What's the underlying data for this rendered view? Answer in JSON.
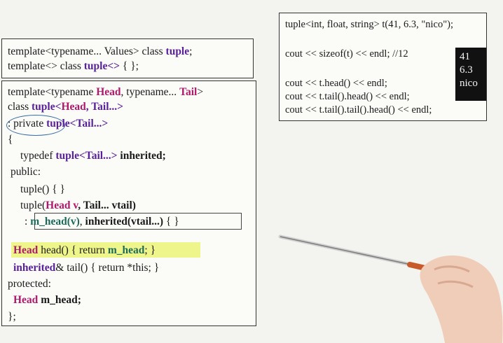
{
  "top_box": {
    "l1_a": "template<typename... Values> class ",
    "l1_b": "tuple",
    "l1_c": ";",
    "l2_a": "template<> class ",
    "l2_b": "tuple<>",
    "l2_c": " { };"
  },
  "main_box": {
    "l1_a": "template<typename ",
    "l1_b": "Head",
    "l1_c": ", typename... ",
    "l1_d": "Tail",
    "l1_e": ">",
    "l2_a": "class ",
    "l2_b": "tuple<",
    "l2_c": "Head",
    "l2_d": ", Tail...>",
    "l3_a": " : private ",
    "l3_b": "tuple<",
    "l3_c": "Tail...>",
    "l4": "{",
    "l5_a": "typedef ",
    "l5_b": "tuple<",
    "l5_c": "Tail...> ",
    "l5_d": "inherited;",
    "l6": "public:",
    "l7": "tuple() { }",
    "l8_a": "tuple(",
    "l8_b": "Head v",
    "l8_c": ", Tail... vtail)",
    "l9_a": " : ",
    "l9_b": "m_head(v)",
    "l9_c": ", ",
    "l9_d": "inherited(vtail...)",
    "l9_e": " { }",
    "l10_a": "Head",
    "l10_b": " head() { return ",
    "l10_c": "m_head",
    "l10_d": "; }",
    "l11_a": "inherited",
    "l11_b": "& tail() { return *this; }",
    "l12": "protected:",
    "l13_a": "Head ",
    "l13_b": "m_head;",
    "l14": "};"
  },
  "right_box": {
    "l1": "tuple<int, float, string> t(41, 6.3, \"nico\");",
    "l2": "cout << sizeof(t) << endl;  //12",
    "l3": "cout << t.head() << endl;",
    "l4": "cout << t.tail().head() << endl;",
    "l5": "cout << t.tail().tail().head() << endl;",
    "output": [
      "41",
      "6.3",
      "nico"
    ]
  },
  "colors": {
    "keyword_purple": "#5a1f9a",
    "head_magenta": "#b0186a",
    "member_teal": "#1c6b5a",
    "highlight_yellow": "#eef58a"
  }
}
